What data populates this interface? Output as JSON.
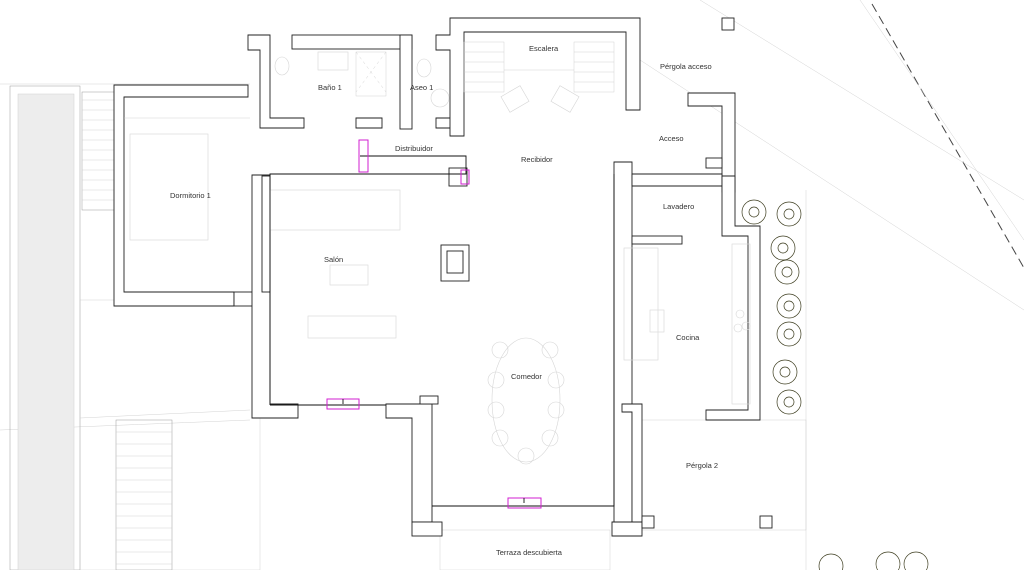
{
  "plan": {
    "rooms": {
      "escalera": "Escalera",
      "pergola_acceso": "Pérgola acceso",
      "bano1": "Baño 1",
      "aseo1": "Aseo 1",
      "acceso": "Acceso",
      "distribuidor": "Distribuidor",
      "recibidor": "Recibidor",
      "dormitorio1": "Dormitorio 1",
      "lavadero": "Lavadero",
      "salon": "Salón",
      "cocina": "Cocina",
      "comedor": "Comedor",
      "pergola2": "Pérgola 2",
      "terraza": "Terraza descubierta"
    },
    "colors": {
      "walls": "#222222",
      "route_markers": "#d21fd2",
      "vegetation": "#3c3c1e"
    }
  }
}
